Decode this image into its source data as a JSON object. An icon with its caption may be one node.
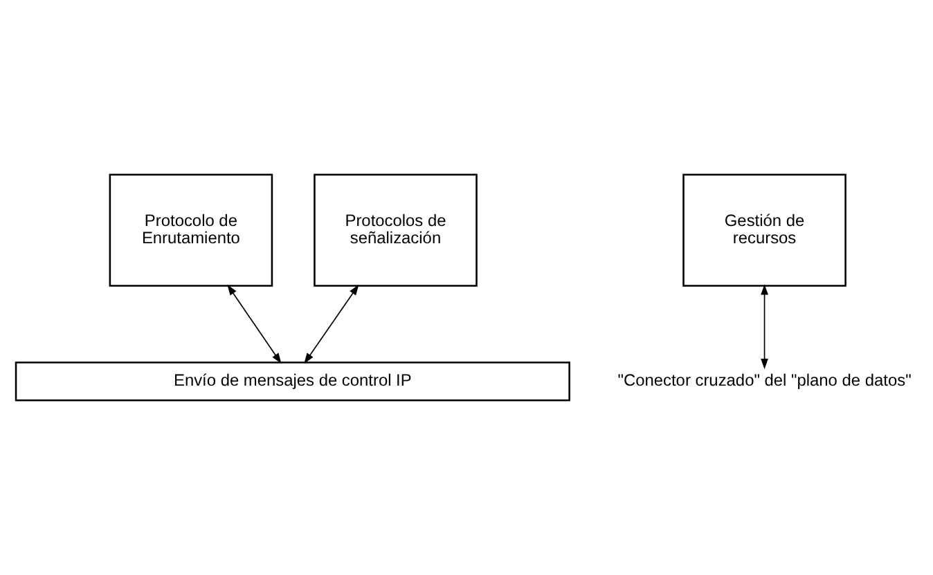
{
  "diagram": {
    "nodes": [
      {
        "text": [
          "Protocolo de Enrutamiento"
        ]
      },
      {
        "text": [
          "Gestión de recursos"
        ]
      },
      {
        "text": [
          "Protocolos de señalización"
        ]
      },
      {
        "text": [
          "Envío de mensajes de control IP"
        ]
      },
      {
        "text": [
          "\"Conector cruzado\" del \"plano de datos\""
        ]
      }
    ],
    "edges": [
      {
        "from": 0,
        "to": 3,
        "arrow": "both"
      },
      {
        "from": 1,
        "to": 4,
        "arrow": "both"
      },
      {
        "from": 2,
        "to": 3,
        "arrow": "both"
      }
    ]
  }
}
